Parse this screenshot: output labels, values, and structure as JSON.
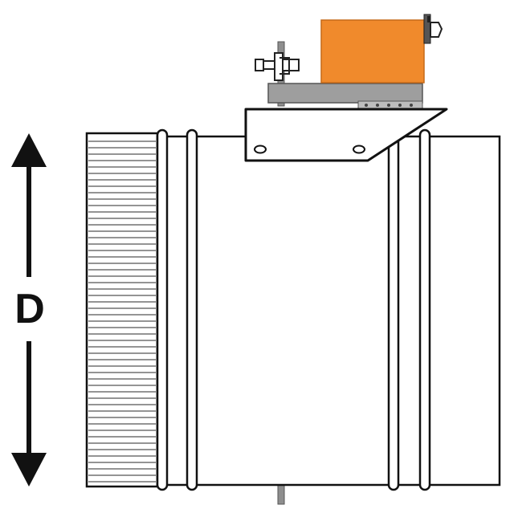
{
  "dimension": {
    "label": "D"
  },
  "colors": {
    "actuator": "#f08a2c",
    "mount_plate": "#9e9e9e",
    "outline": "#111111",
    "duct_fill": "#ffffff"
  },
  "parts": [
    "duct-body",
    "corrugated-end",
    "actuator",
    "mounting-bracket",
    "shaft",
    "bolt",
    "dimension-arrow"
  ]
}
